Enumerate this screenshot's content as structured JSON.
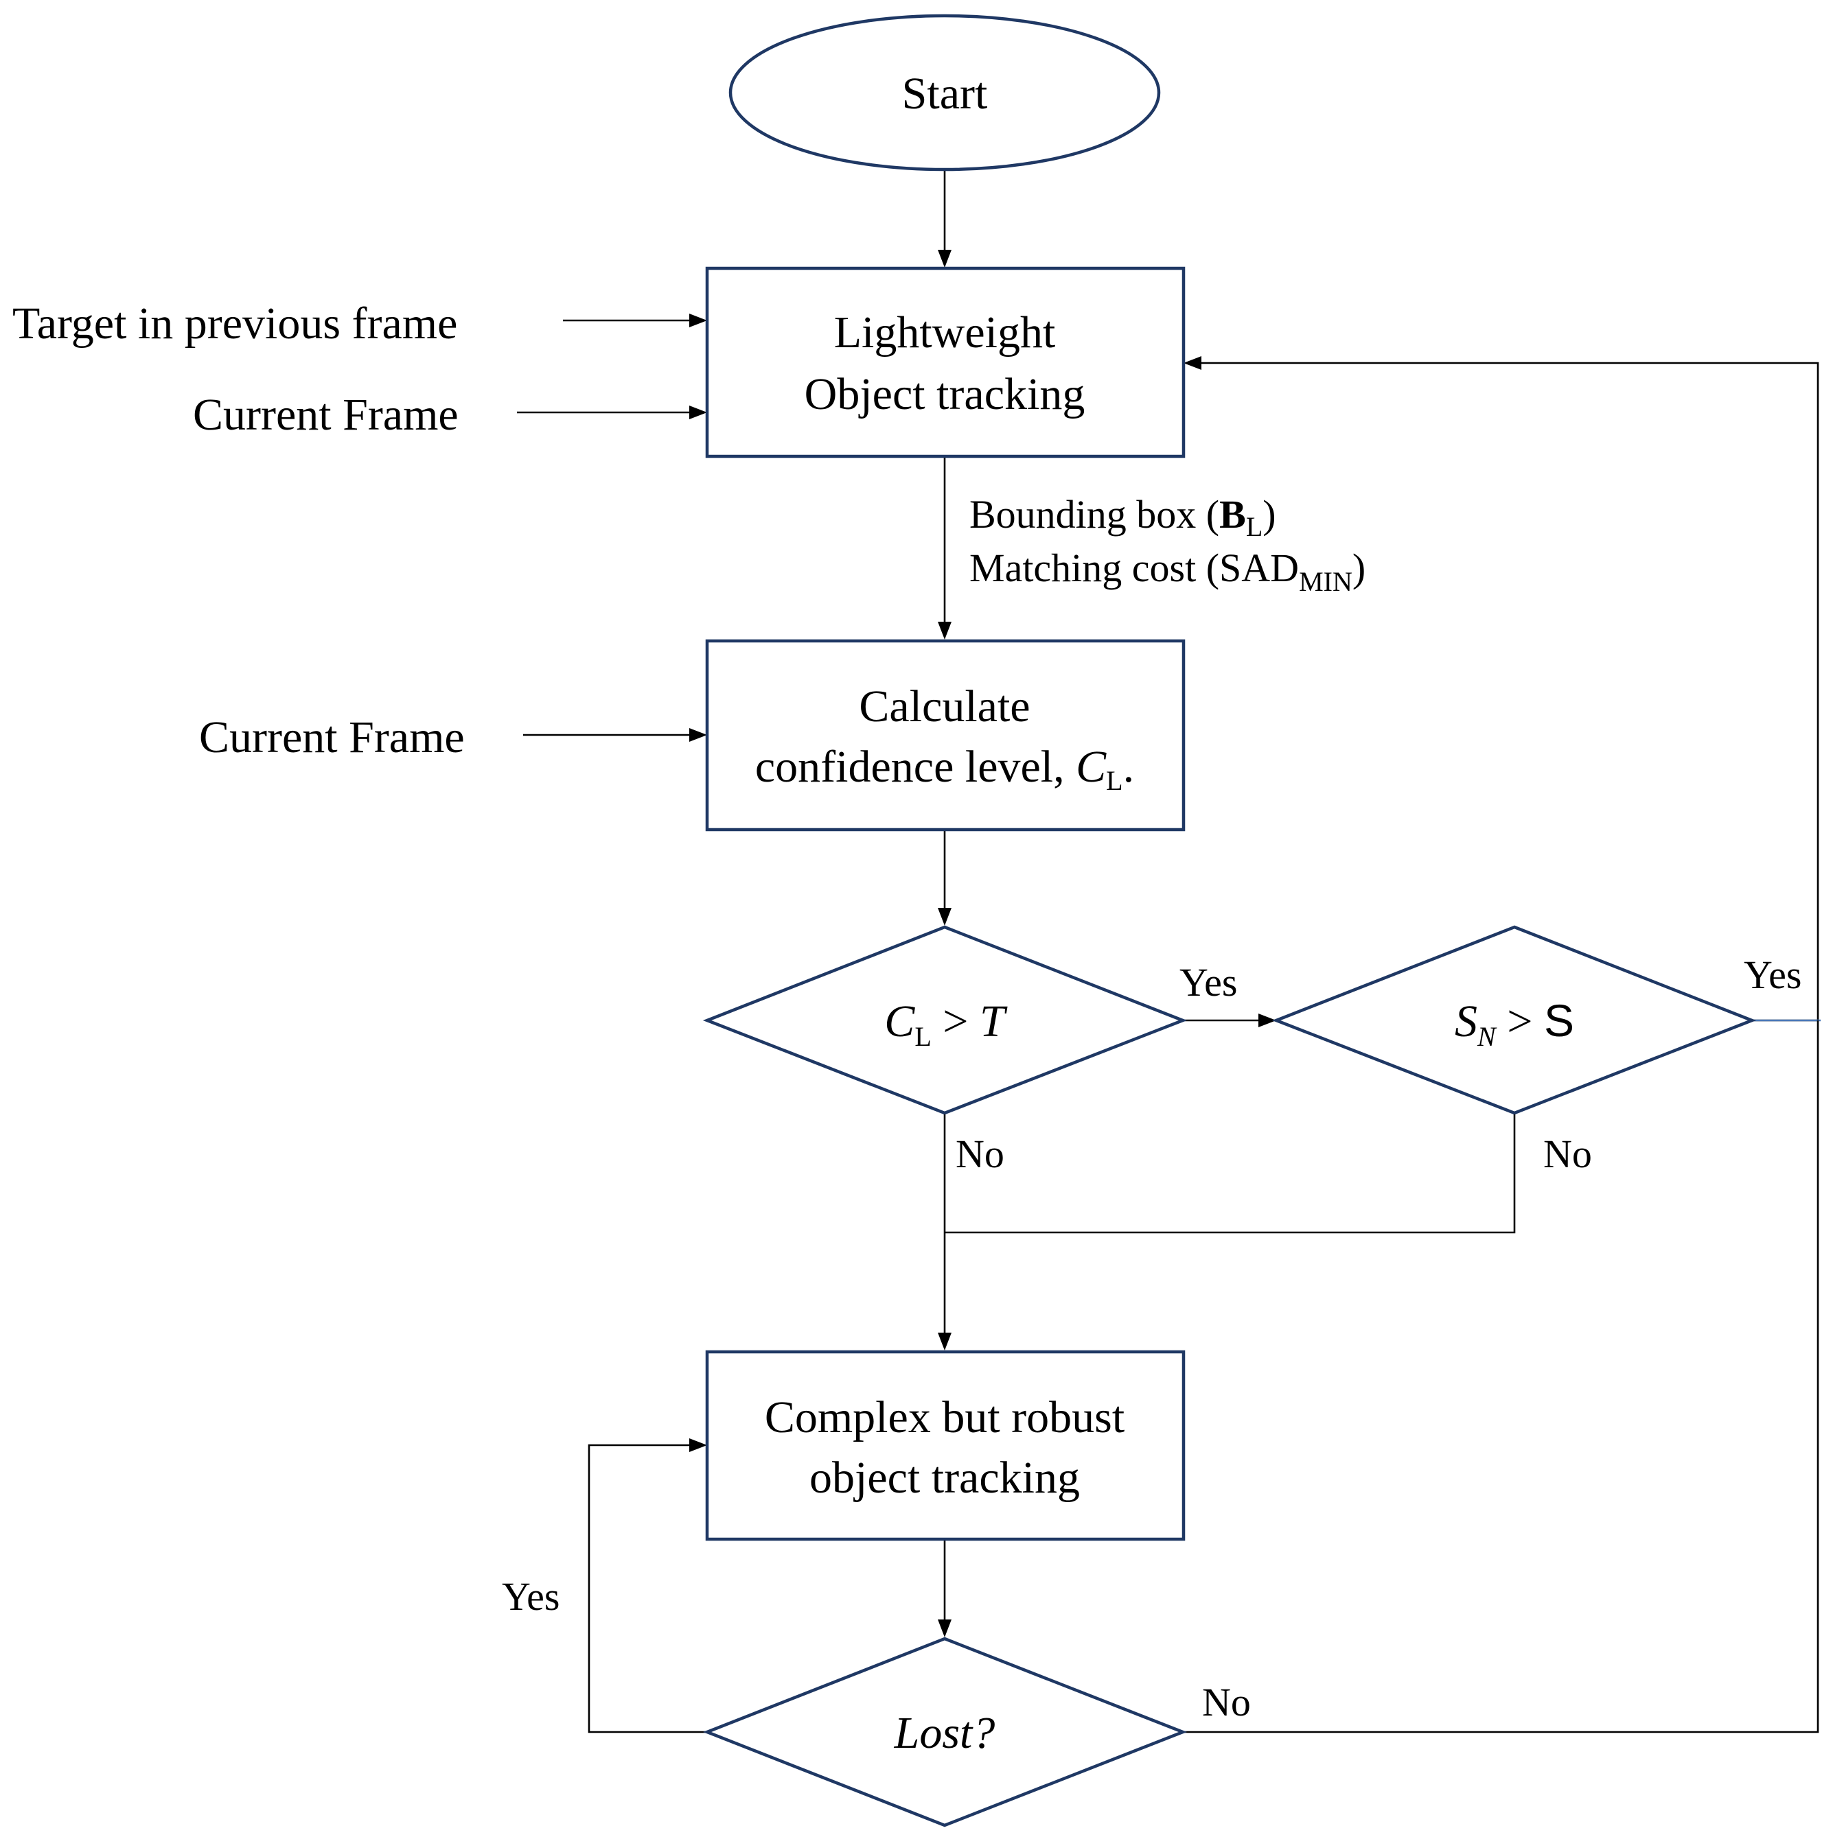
{
  "start": {
    "label": "Start"
  },
  "lightweight_tracking": {
    "line1": "Lightweight",
    "line2": "Object tracking"
  },
  "inputs": {
    "target_prev": "Target in previous frame",
    "current_frame_1": "Current Frame",
    "current_frame_2": "Current Frame"
  },
  "tracker_outputs": {
    "bbox_prefix": "Bounding box (",
    "bbox_symbol": "B",
    "bbox_sub": "L",
    "bbox_suffix": ")",
    "cost_prefix": "Matching cost (",
    "cost_symbol": "SAD",
    "cost_sub": "MIN",
    "cost_suffix": ")"
  },
  "confidence": {
    "line1": "Calculate",
    "line2_prefix": "confidence level, ",
    "line2_symbol": "C",
    "line2_sub": "L",
    "line2_suffix": "."
  },
  "decision_confidence": {
    "symbol": "C",
    "sub": "L",
    "op": " > ",
    "threshold": "T"
  },
  "decision_similarity": {
    "symbol": "S",
    "sub": "N",
    "op": " > ",
    "threshold": "S"
  },
  "complex_tracking": {
    "line1": "Complex but robust",
    "line2": "object tracking"
  },
  "decision_lost": {
    "label": "Lost?"
  },
  "edge_labels": {
    "conf_yes": "Yes",
    "sim_yes": "Yes",
    "conf_no": "No",
    "sim_no": "No",
    "lost_yes": "Yes",
    "lost_no": "No"
  },
  "colors": {
    "shape_stroke": "#1f3864",
    "line": "#000000"
  }
}
